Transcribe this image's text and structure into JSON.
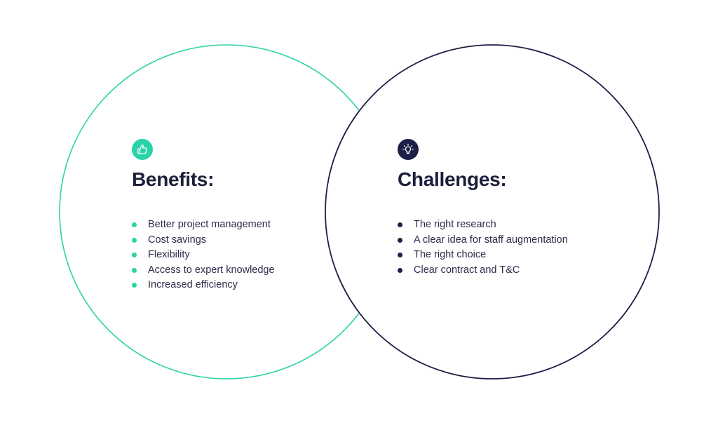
{
  "colors": {
    "accent_teal": "#2ad3a8",
    "accent_navy": "#1c1f45",
    "text_dark": "#1c1f3a",
    "text_body": "#2b2d4a"
  },
  "benefits": {
    "icon": "thumbs-up-icon",
    "title": "Benefits:",
    "items": [
      "Better project management",
      "Cost savings",
      "Flexibility",
      "Access to expert knowledge",
      "Increased efficiency"
    ]
  },
  "challenges": {
    "icon": "lightbulb-icon",
    "title": "Challenges:",
    "items": [
      "The right research",
      "A clear idea for staff augmentation",
      "The right choice",
      "Clear contract and T&C"
    ]
  }
}
